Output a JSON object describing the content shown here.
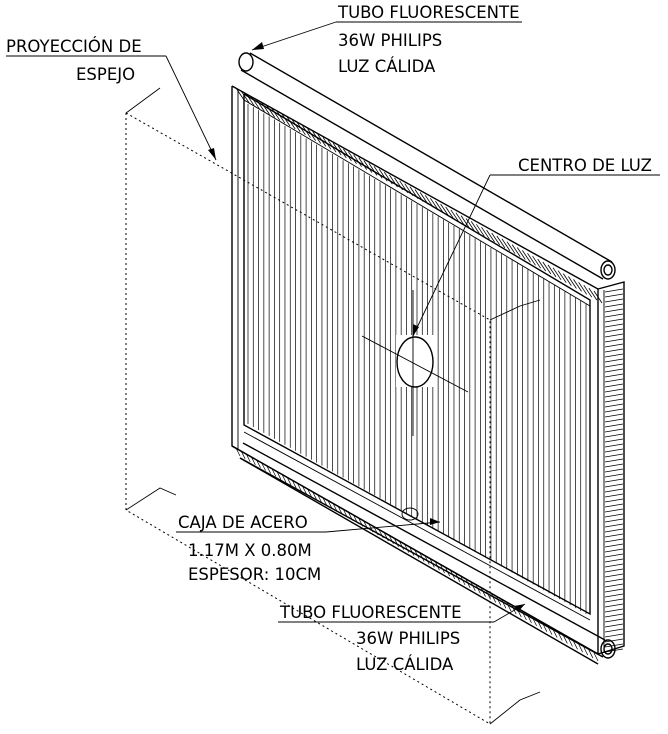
{
  "labels": {
    "tube_top": {
      "line1": "TUBO FLUORESCENTE",
      "line2": "36W PHILIPS",
      "line3": "LUZ CÁLIDA"
    },
    "mirror": {
      "line1": "PROYECCIÓN DE",
      "line2": "ESPEJO"
    },
    "light_center": "CENTRO DE LUZ",
    "box": {
      "line1": "CAJA DE ACERO",
      "line2": "1.17M X 0.80M",
      "line3": "ESPESOR: 10CM"
    },
    "tube_bottom": {
      "line1": "TUBO FLUORESCENTE",
      "line2": "36W PHILIPS",
      "line3": "LUZ CÁLIDA"
    }
  }
}
